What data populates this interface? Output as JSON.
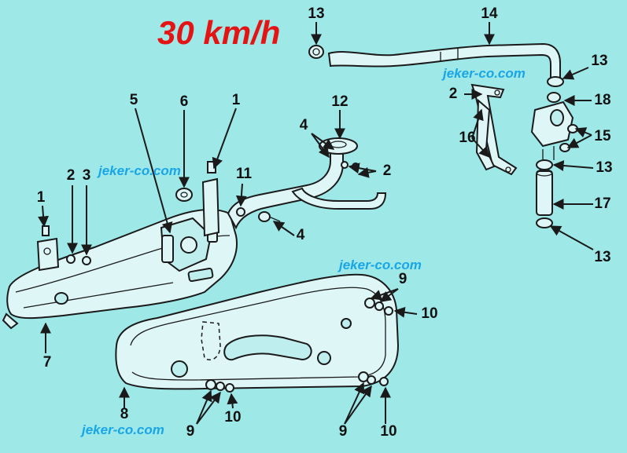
{
  "title": "30 km/h",
  "watermarks": [
    "jeker-co.com",
    "jeker-co.com",
    "jeker-co.com",
    "jeker-co.com"
  ],
  "callouts": [
    "13",
    "14",
    "13",
    "12",
    "5",
    "6",
    "1",
    "2",
    "18",
    "15",
    "16",
    "4",
    "2",
    "11",
    "2",
    "3",
    "1",
    "13",
    "17",
    "4",
    "13",
    "9",
    "10",
    "7",
    "8",
    "9",
    "10",
    "9",
    "10"
  ],
  "colors": {
    "background": "#9fe8e8",
    "title": "#e41414",
    "watermark": "#18a6e8",
    "line": "#1a1a1a"
  }
}
